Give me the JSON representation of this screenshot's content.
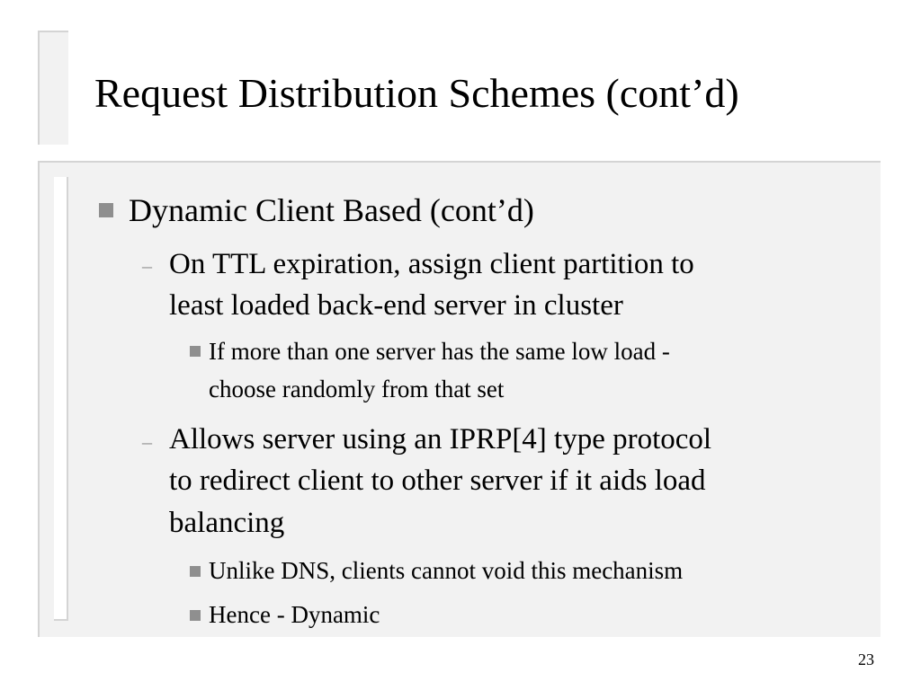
{
  "slide": {
    "title": "Request Distribution Schemes (cont’d)",
    "page_number": "23",
    "bullets": {
      "b1": "Dynamic Client Based (cont’d)",
      "b1_1_line1": "On TTL expiration, assign client partition to",
      "b1_1_line2": "least loaded back-end server in cluster",
      "b1_1_1_line1": "If more than one server has the same low load -",
      "b1_1_1_line2": "choose randomly from that set",
      "b1_2_line1": "Allows server using an IPRP[4] type protocol",
      "b1_2_line2": "to redirect client to other server if it aids load",
      "b1_2_line3": "balancing",
      "b1_2_1": "Unlike DNS, clients cannot void this mechanism",
      "b1_2_2": "Hence - Dynamic"
    },
    "dash_glyph": "–"
  }
}
